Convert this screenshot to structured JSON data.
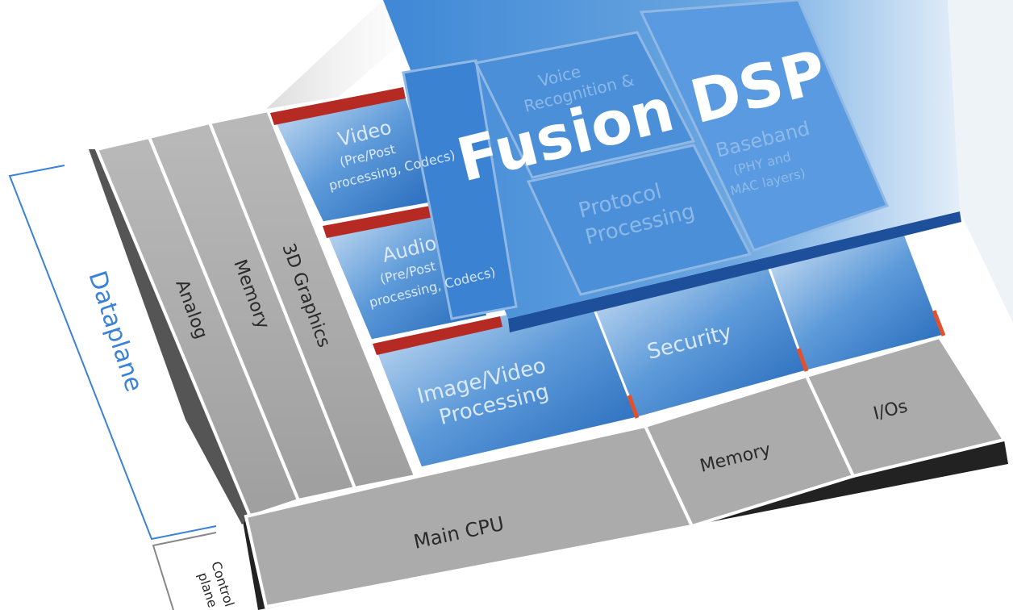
{
  "title": "Fusion DSP",
  "brackets": {
    "dataplane": "Dataplane",
    "control_plane": [
      "Control",
      "plane"
    ]
  },
  "columns": {
    "analog": "Analog",
    "memory": "Memory",
    "graphics": "3D Graphics"
  },
  "base_blocks": {
    "main_cpu": "Main CPU",
    "memory": "Memory",
    "ios": "I/Os"
  },
  "accelerators": {
    "video": [
      "Video",
      "(Pre/Post",
      "processing, Codecs)"
    ],
    "audio": [
      "Audio",
      "(Pre/Post",
      "processing, Codecs)"
    ],
    "image_video": [
      "Image/Video",
      "Processing"
    ],
    "security": "Security"
  },
  "dsp_cells": {
    "voice": [
      "Voice",
      "Recognition &"
    ],
    "protocol": [
      "Protocol",
      "Processing"
    ],
    "baseband": [
      "Baseband",
      "(PHY and",
      "MAC layers)"
    ]
  },
  "colors": {
    "blue": "#2f78c8",
    "gray": "#a9a9a9",
    "red": "#b52a22",
    "bracket": "#3a82d8"
  }
}
